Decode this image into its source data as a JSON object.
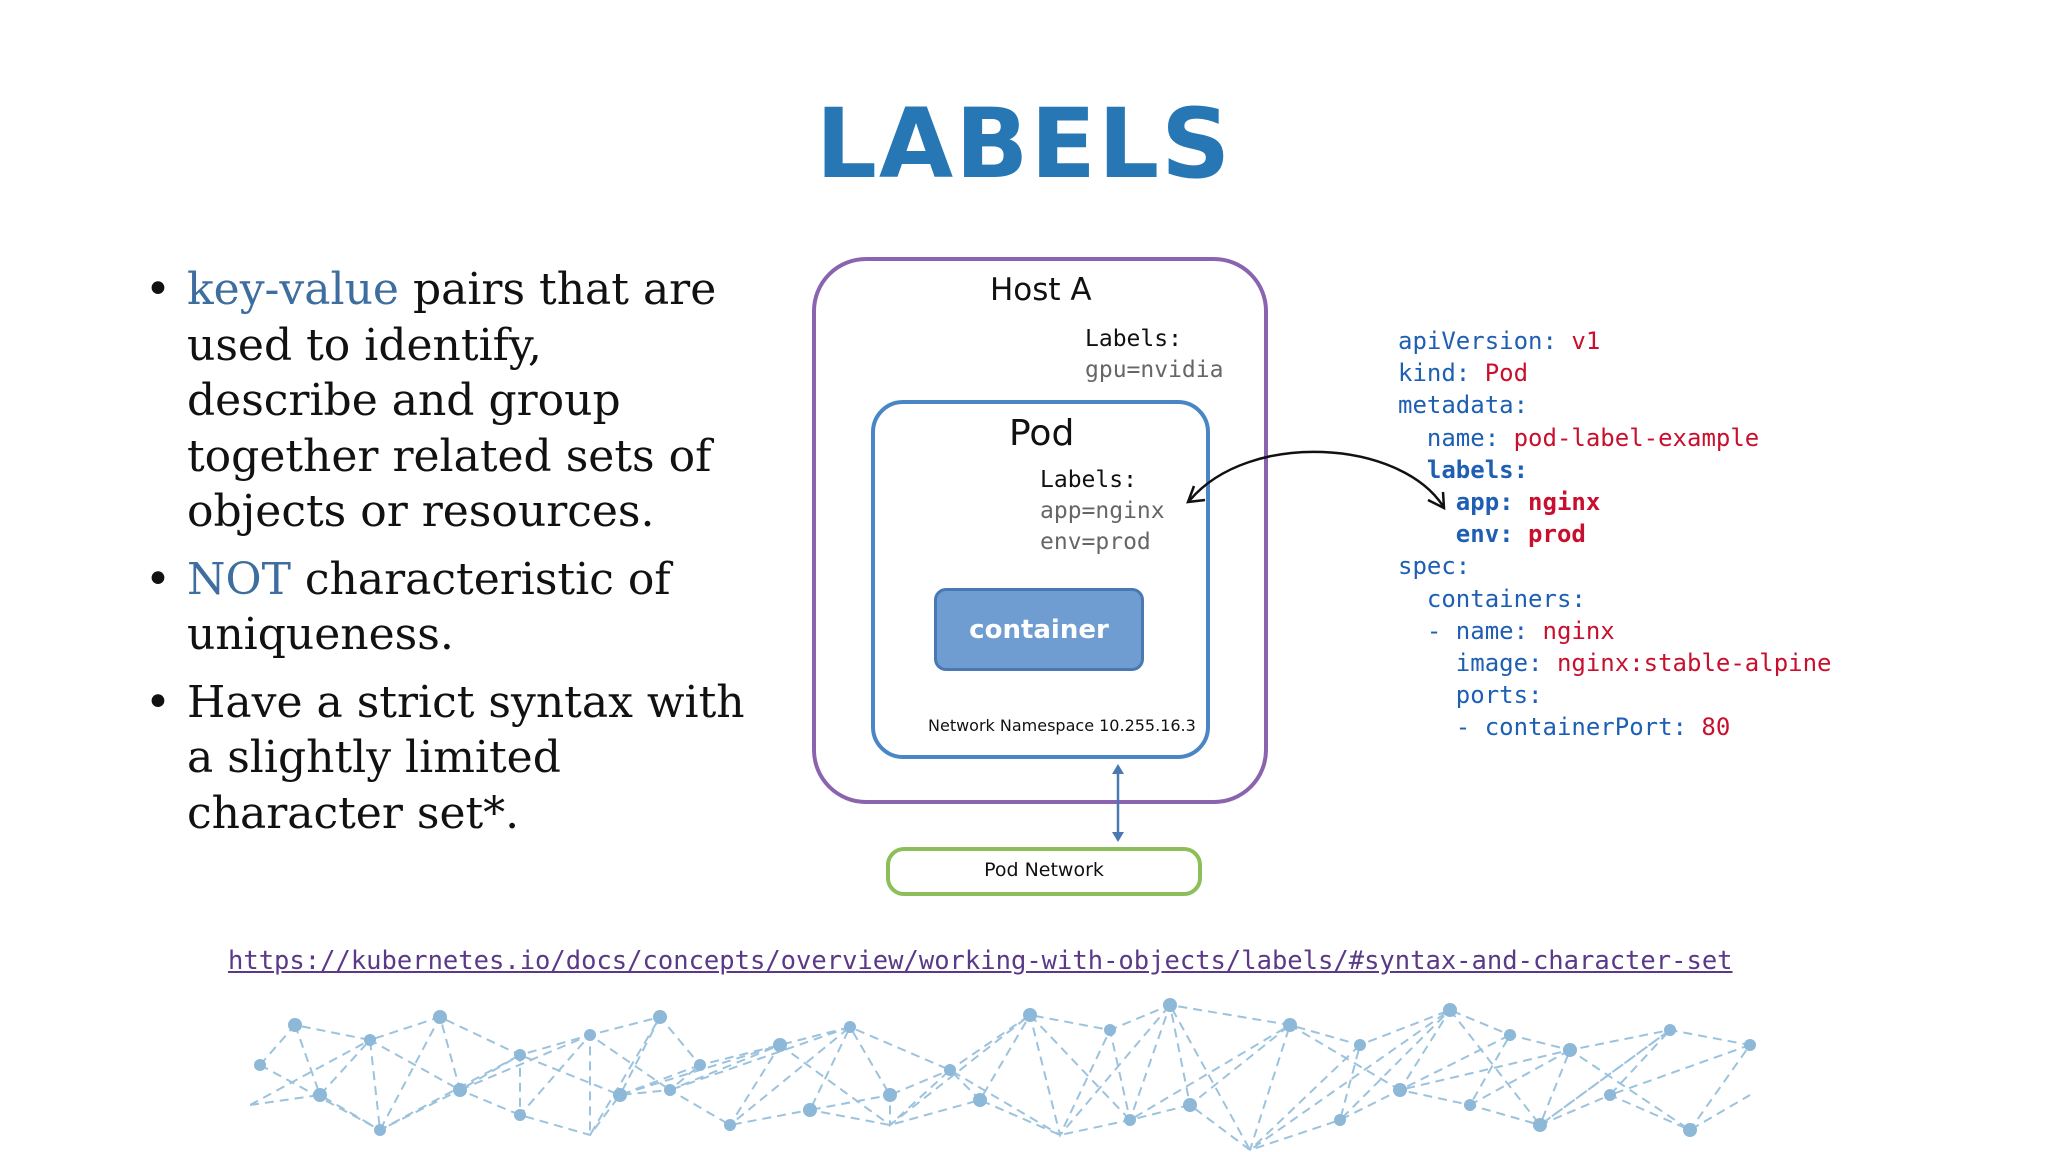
{
  "slide": {
    "title": "LABELS",
    "bullets": [
      {
        "highlight": "key-value",
        "rest": " pairs that are used to identify, describe and group together related sets of objects or resources."
      },
      {
        "highlight": "NOT",
        "rest": " characteristic of uniqueness."
      },
      {
        "highlight": "",
        "rest": "Have a strict syntax with a slightly limited character set*."
      }
    ],
    "bullet_symbol": "•"
  },
  "diagram": {
    "host_title": "Host A",
    "host_labels_key": "Labels:",
    "host_labels_value": "gpu=nvidia",
    "pod_title": "Pod",
    "pod_labels_key": "Labels:",
    "pod_labels_value_1": "app=nginx",
    "pod_labels_value_2": "env=prod",
    "container_label": "container",
    "network_namespace": "Network Namespace 10.255.16.3",
    "pod_network": "Pod Network",
    "colors": {
      "host_border": "#8a64b0",
      "pod_border": "#4a86c6",
      "network_border": "#8cbf5a",
      "container_fill": "#6f9cd1"
    }
  },
  "yaml": {
    "line1_key": "apiVersion:",
    "line1_val": " v1",
    "line2_key": "kind:",
    "line2_val": " Pod",
    "line3_key": "metadata:",
    "line4_key": "  name:",
    "line4_val": " pod-label-example",
    "line5_key": "  labels:",
    "line6_key": "    app:",
    "line6_val": " nginx",
    "line7_key": "    env:",
    "line7_val": " prod",
    "line8_key": "spec:",
    "line9_key": "  containers:",
    "line10_key": "  - name:",
    "line10_val": " nginx",
    "line11_key": "    image:",
    "line11_val": " nginx:stable-alpine",
    "line12_key": "    ports:",
    "line13_key": "    - containerPort:",
    "line13_val": " 80"
  },
  "footer": {
    "link_text": "https://kubernetes.io/docs/concepts/overview/working-with-objects/labels/#syntax-and-character-set"
  }
}
